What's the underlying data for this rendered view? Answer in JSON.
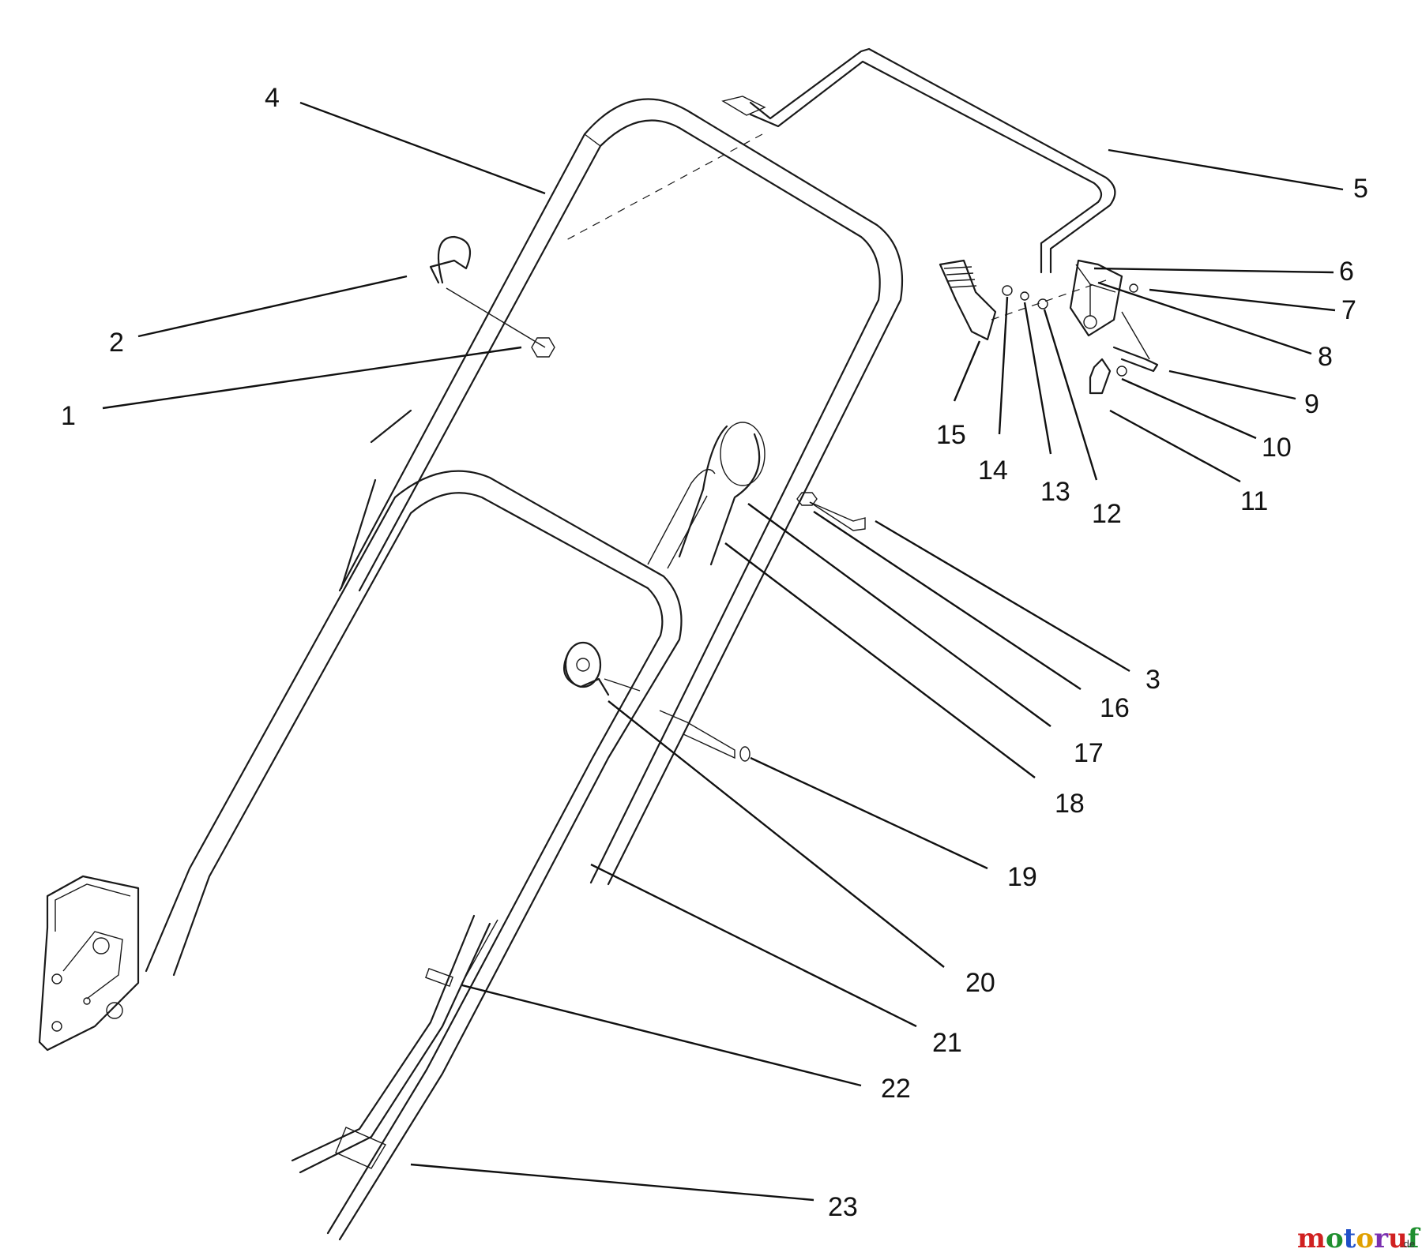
{
  "callouts": [
    "1",
    "2",
    "3",
    "4",
    "5",
    "6",
    "7",
    "8",
    "9",
    "10",
    "11",
    "12",
    "13",
    "14",
    "15",
    "16",
    "17",
    "18",
    "19",
    "20",
    "21",
    "22",
    "23"
  ],
  "watermark": {
    "text_a": "motoruf",
    "text_b": ".de",
    "colors": [
      "#d02020",
      "#1f8f2f",
      "#2050c8",
      "#e0a000",
      "#7a2fb0",
      "#d02020",
      "#1f8f2f"
    ]
  }
}
